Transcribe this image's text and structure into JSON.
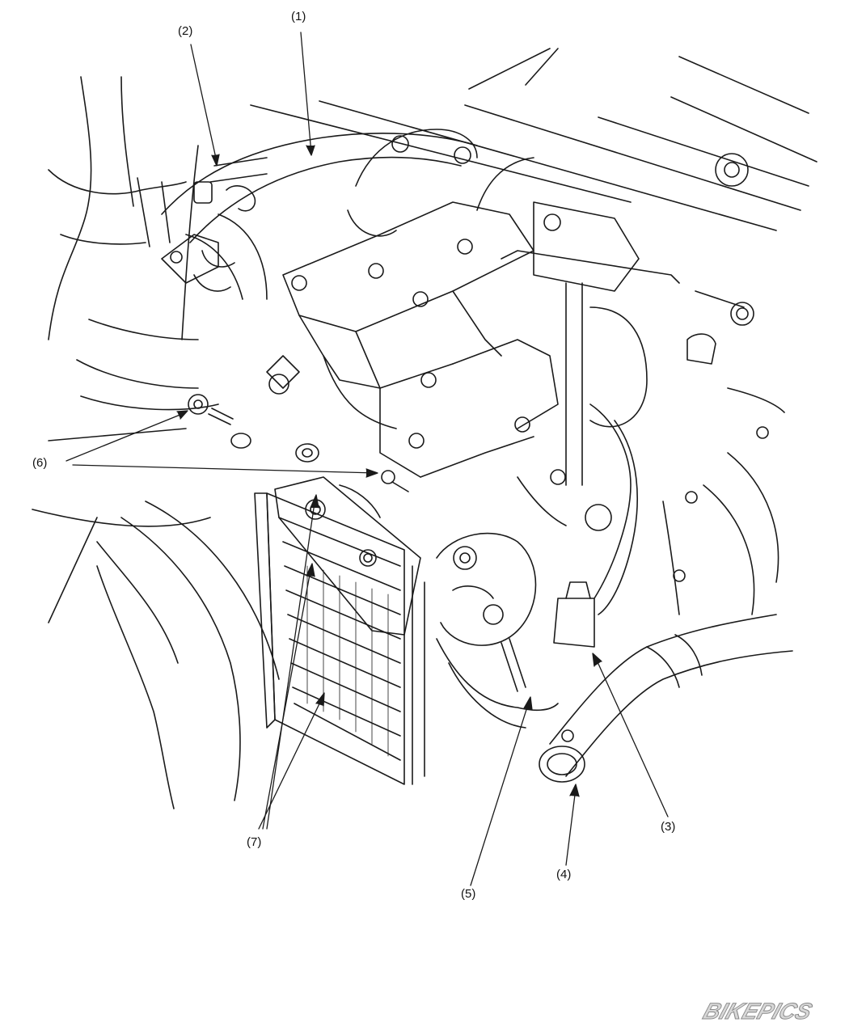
{
  "diagram": {
    "callouts": [
      {
        "id": "c1",
        "label": "(1)"
      },
      {
        "id": "c2",
        "label": "(2)"
      },
      {
        "id": "c3",
        "label": "(3)"
      },
      {
        "id": "c4",
        "label": "(4)"
      },
      {
        "id": "c5",
        "label": "(5)"
      },
      {
        "id": "c6",
        "label": "(6)"
      },
      {
        "id": "c7",
        "label": "(7)"
      }
    ],
    "watermark": "BIKEPICS",
    "line_color": "#1a1a1a"
  }
}
